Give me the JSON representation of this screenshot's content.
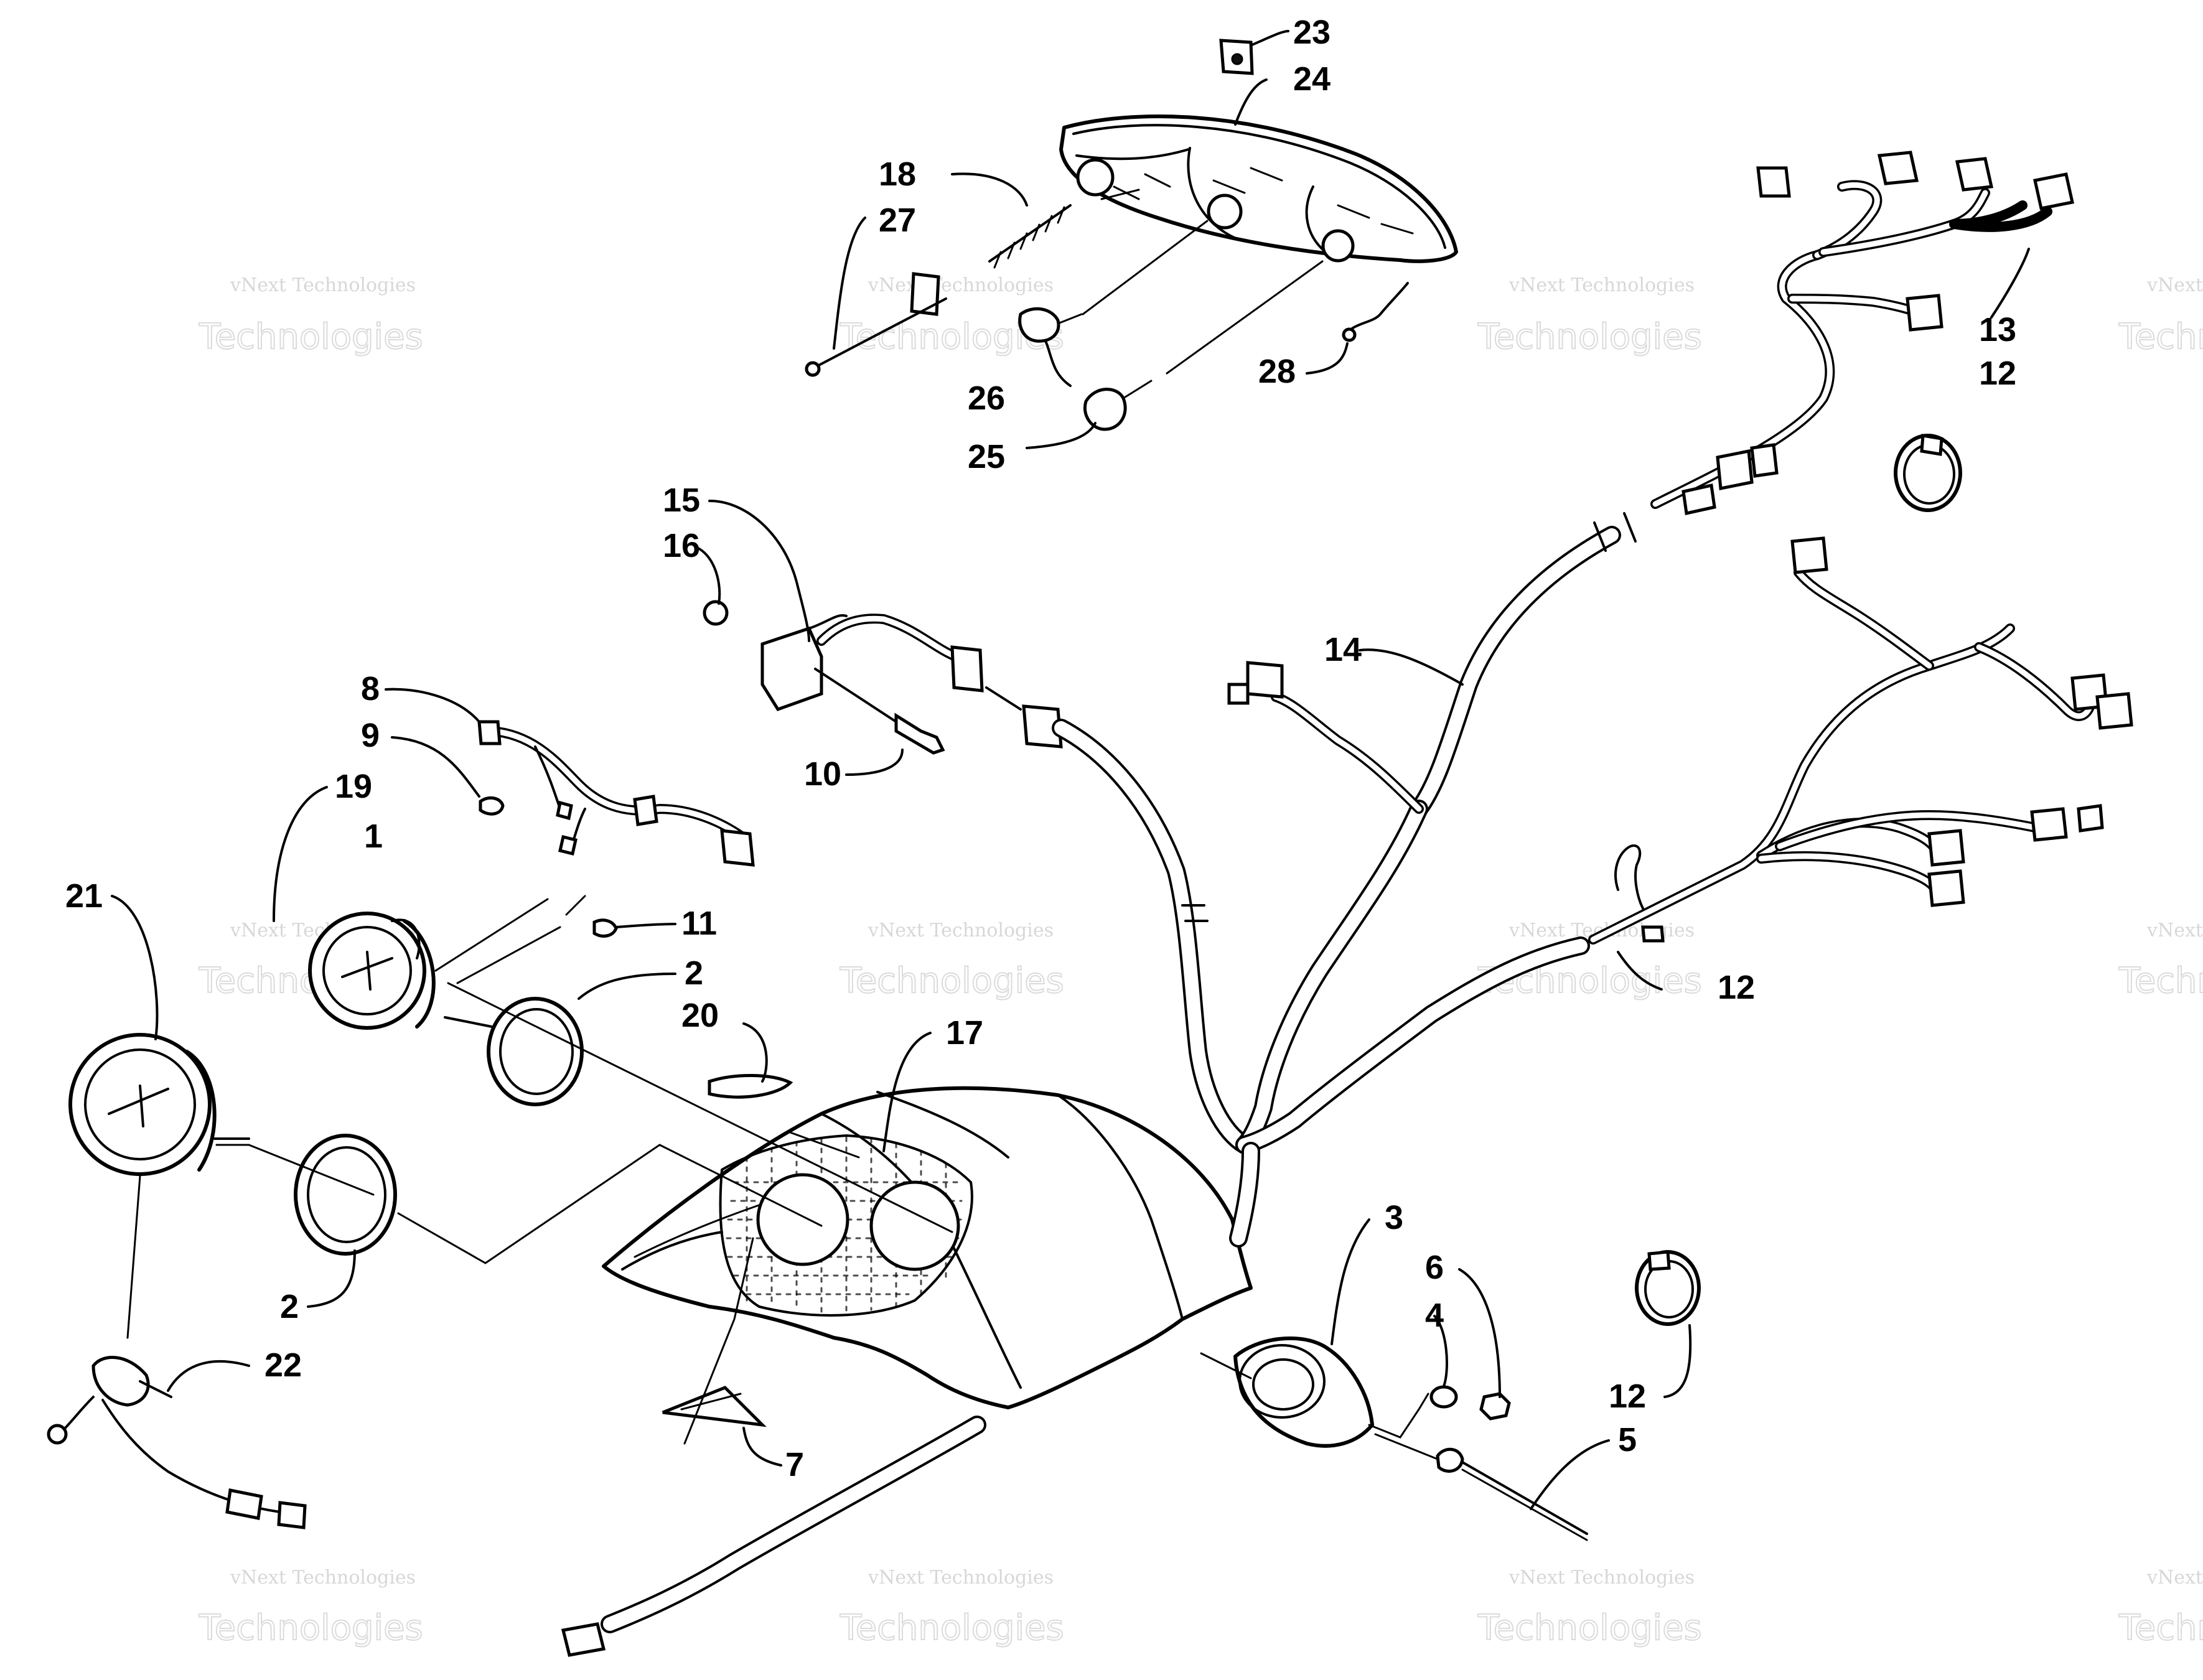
{
  "watermark": {
    "line1": "vNext Technologies",
    "line2": "Technologies"
  },
  "callouts": {
    "c1": "1",
    "c2a": "2",
    "c2b": "2",
    "c3": "3",
    "c4": "4",
    "c5": "5",
    "c6": "6",
    "c7": "7",
    "c8": "8",
    "c9": "9",
    "c10": "10",
    "c11": "11",
    "c12a": "12",
    "c12b": "12",
    "c12c": "12",
    "c13": "13",
    "c14": "14",
    "c15": "15",
    "c16": "16",
    "c17": "17",
    "c18": "18",
    "c19": "19",
    "c20": "20",
    "c21": "21",
    "c22": "22",
    "c23": "23",
    "c24": "24",
    "c25": "25",
    "c26": "26",
    "c27": "27",
    "c28": "28"
  }
}
